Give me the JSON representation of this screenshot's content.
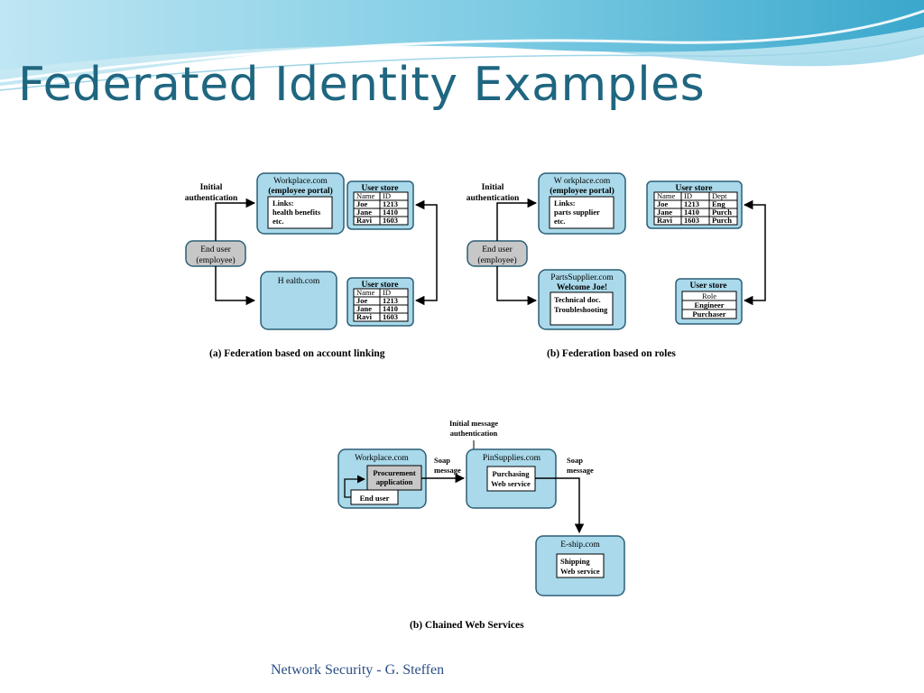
{
  "slide": {
    "title": "Federated Identity Examples",
    "footer": "Network Security - G. Steffen"
  },
  "figure_a": {
    "initial_auth": [
      "Initial",
      "authentication"
    ],
    "end_user": [
      "End user",
      "(employee)"
    ],
    "workplace": [
      "Workplace.com",
      "(employee portal)"
    ],
    "links": [
      "Links:",
      "health benefits",
      "etc."
    ],
    "health": "H ealth.com",
    "user_store_title": "User store",
    "store_header": [
      "Name",
      "ID"
    ],
    "store_rows": [
      [
        "Joe",
        "1213"
      ],
      [
        "Jane",
        "1410"
      ],
      [
        "Ravi",
        "1603"
      ]
    ],
    "caption": "(a) Federation based on account linking"
  },
  "figure_b": {
    "initial_auth": [
      "Initial",
      "authentication"
    ],
    "end_user": [
      "End user",
      "(employee)"
    ],
    "workplace": [
      "W orkplace.com",
      "(employee portal)"
    ],
    "links": [
      "Links:",
      "parts supplier",
      "etc."
    ],
    "parts": [
      "PartsSupplier.com",
      "Welcome Joe!"
    ],
    "parts_links": [
      "Technical doc.",
      "Troubleshooting"
    ],
    "user_store_title": "User store",
    "store_header": [
      "Name",
      "ID",
      "Dept"
    ],
    "store_rows": [
      [
        "Joe",
        "1213",
        "Eng"
      ],
      [
        "Jane",
        "1410",
        "Purch"
      ],
      [
        "Ravi",
        "1603",
        "Purch"
      ]
    ],
    "roles_title": "User store",
    "roles": [
      "Role",
      "Engineer",
      "Purchaser"
    ],
    "caption": "(b) Federation based on roles"
  },
  "figure_c": {
    "initial_msg": [
      "Initial message",
      "authentication"
    ],
    "workplace": "Workplace.com",
    "procurement": [
      "Procurement",
      "application"
    ],
    "end_user": "End user",
    "soap1": [
      "Soap",
      "message"
    ],
    "pinsupplies": "PinSupplies.com",
    "purchasing": [
      "Purchasing",
      "Web service"
    ],
    "soap2": [
      "Soap",
      "message"
    ],
    "eship": "E-ship.com",
    "shipping": [
      "Shipping",
      "Web service"
    ],
    "caption": "(b) Chained Web Services"
  },
  "colors": {
    "title": "#1f6680",
    "box_fill": "#a9d9ea",
    "box_stroke": "#2b5f76",
    "enduser_fill": "#c7c7c7",
    "wave_dark": "#4fb3d3",
    "wave_light": "#bfe6f3",
    "footer": "#2a4f86"
  }
}
